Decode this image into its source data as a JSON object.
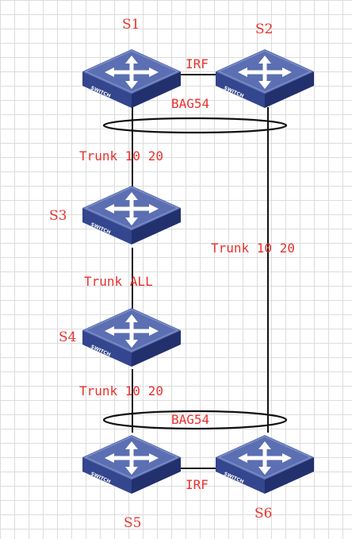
{
  "switch_icon_text": "SWITCH",
  "switches": {
    "s1": "S1",
    "s2": "S2",
    "s3": "S3",
    "s4": "S4",
    "s5": "S5",
    "s6": "S6"
  },
  "links": {
    "irf_top": "IRF",
    "bag_top": "BAG54",
    "trunk_s1_s3": "Trunk 10 20",
    "trunk_s3_s4": "Trunk ALL",
    "trunk_s4_s5": "Trunk 10 20",
    "trunk_s2_s6": "Trunk 10 20",
    "bag_bottom": "BAG54",
    "irf_bottom": "IRF"
  },
  "colors": {
    "label": "#e8322f",
    "switch_top": "#5b6fb2",
    "switch_side": "#2b3b82",
    "line": "#111111"
  }
}
